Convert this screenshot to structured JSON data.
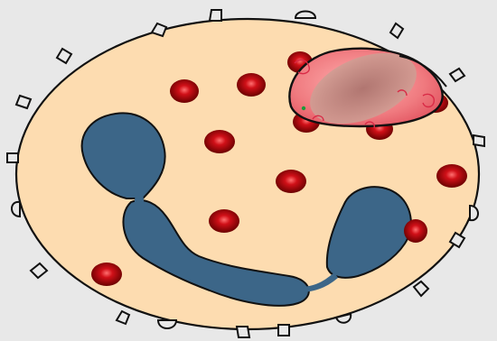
{
  "colors": {
    "background": "#e8e8e8",
    "cytoplasm": "#fddcb0",
    "outline": "#111111",
    "nucleus": "#3c6688",
    "granule_core": "#7a0000",
    "granule_mid": "#c8101a",
    "granule_glow": "#ff6060",
    "phagosome": "#f28a8a",
    "phagosome_edge": "#cc2a3a",
    "vacuole": "#b07c70"
  },
  "diagram": {
    "subject_icon": "neutrophil-cell-icon",
    "parts": [
      "cell-membrane",
      "cytoplasm",
      "segmented-nucleus",
      "granules",
      "phagocytosed-particle"
    ]
  }
}
